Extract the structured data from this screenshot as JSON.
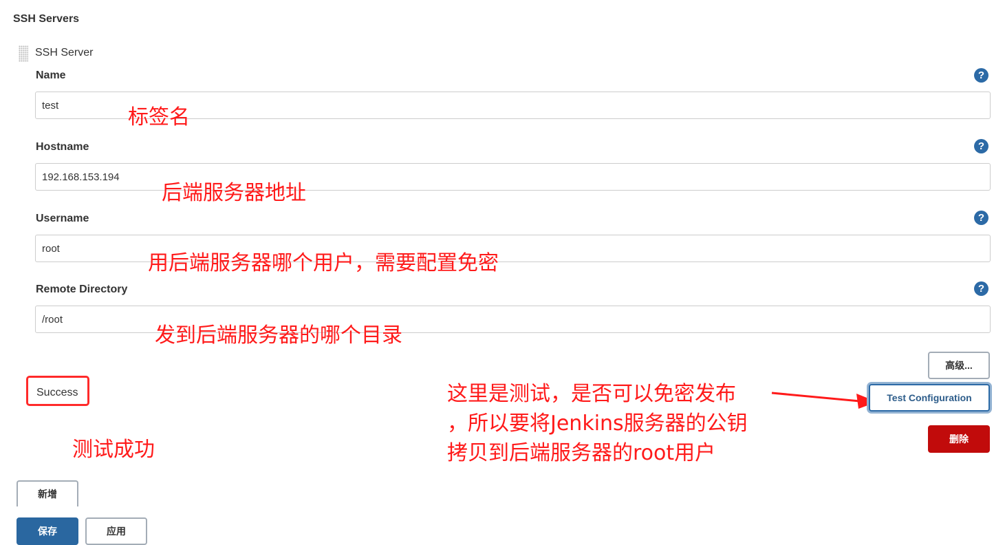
{
  "section": {
    "title": "SSH Servers"
  },
  "server": {
    "title": "SSH Server",
    "fields": [
      {
        "label": "Name",
        "value": "test",
        "help": "?"
      },
      {
        "label": "Hostname",
        "value": "192.168.153.194",
        "help": "?"
      },
      {
        "label": "Username",
        "value": "root",
        "help": "?"
      },
      {
        "label": "Remote Directory",
        "value": "/root",
        "help": "?"
      }
    ],
    "advanced_label": "高级...",
    "test_label": "Test Configuration",
    "delete_label": "删除",
    "status": "Success"
  },
  "annotations": {
    "name": "标签名",
    "hostname": "后端服务器地址",
    "username": "用后端服务器哪个用户，需要配置免密",
    "remote_dir": "发到后端服务器的哪个目录",
    "success": "测试成功",
    "test_line1": "这里是测试，是否可以免密发布",
    "test_line2": "，所以要将Jenkins服务器的公钥",
    "test_line3": "拷贝到后端服务器的root用户",
    "color": "#ff1a1a"
  },
  "footer": {
    "add_label": "新增",
    "save_label": "保存",
    "apply_label": "应用"
  }
}
